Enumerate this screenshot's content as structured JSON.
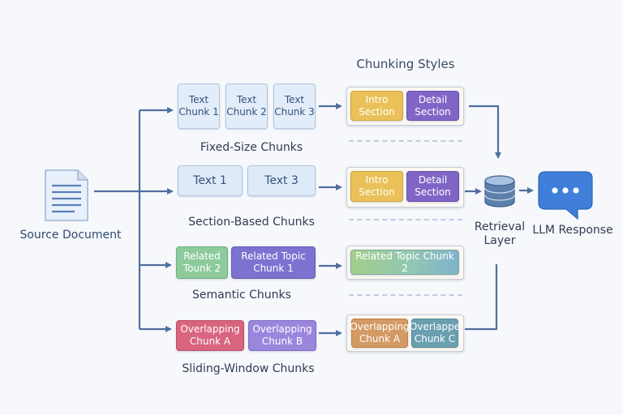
{
  "diagram": {
    "title": "Chunking Styles",
    "source": {
      "label": "Source Document",
      "icon": "document-icon"
    },
    "rows": [
      {
        "label": "Fixed-Size Chunks",
        "chunks": [
          "Text\nChunk 1",
          "Text\nChunk 2",
          "Text\nChunk 3"
        ],
        "styles": [
          "Intro\nSection",
          "Detail\nSection"
        ]
      },
      {
        "label": "Section-Based Chunks",
        "chunks": [
          "Text 1",
          "Text 3"
        ],
        "styles": [
          "Intro\nSection",
          "Detail\nSection"
        ]
      },
      {
        "label": "Semantic Chunks",
        "chunks": [
          "Related\nTounk 2",
          "Related Topic\nChunk 1"
        ],
        "styles": [
          "Related Topic Chunk 2"
        ]
      },
      {
        "label": "Sliding-Window Chunks",
        "chunks": [
          "Overlapping\nChunk A",
          "Overlapping\nChunk B"
        ],
        "styles": [
          "Overlapping\nChunk A",
          "Overlappe\nChunk C"
        ]
      }
    ],
    "retrieval": {
      "label": "Retrieval\nLayer",
      "icon": "database-icon"
    },
    "llm": {
      "label": "LLM Response",
      "icon": "chat-bubble-icon"
    },
    "colors": {
      "arrow": "#4f6f9e",
      "chat_bubble": "#3f7fd9",
      "database": "#4f6f9e"
    }
  }
}
